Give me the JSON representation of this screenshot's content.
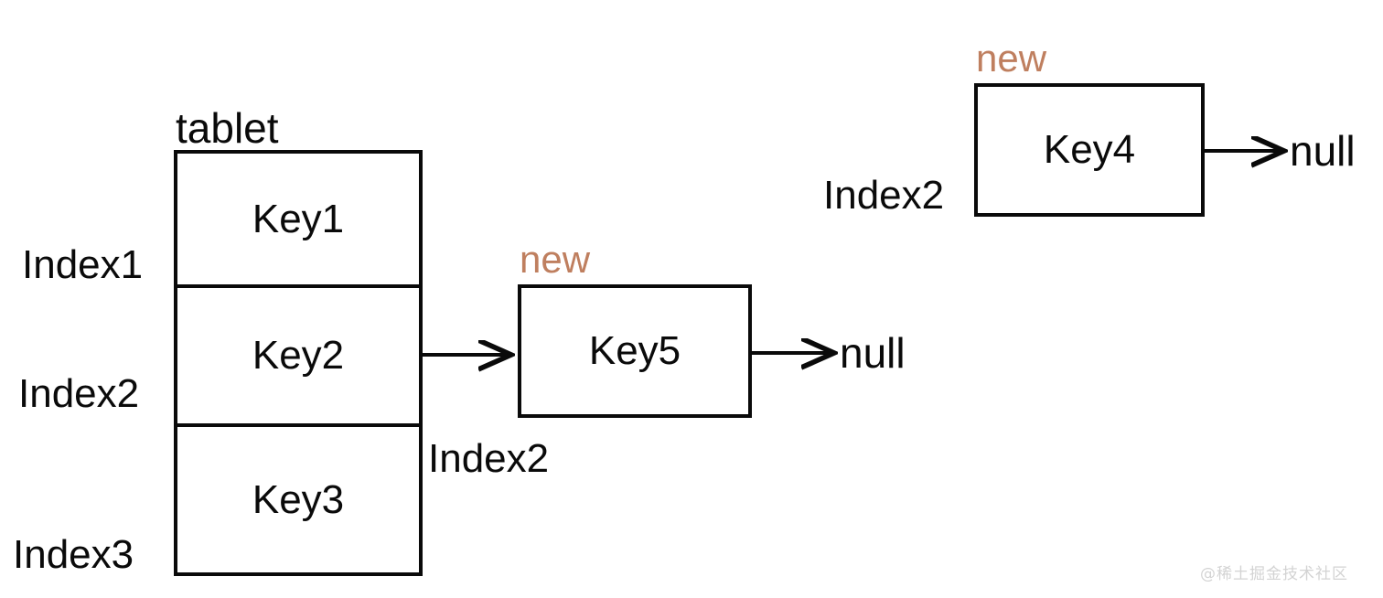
{
  "diagram": {
    "title": "tablet",
    "colors": {
      "stroke": "#0a0a0a",
      "text": "#0a0a0a",
      "new_label": "#bf7f5f",
      "background": "#ffffff",
      "watermark": "#d3d3d3"
    },
    "table": {
      "label": "tablet",
      "rows": [
        {
          "index_label": "Index1",
          "key": "Key1"
        },
        {
          "index_label": "Index2",
          "key": "Key2"
        },
        {
          "index_label": "Index3",
          "key": "Key3"
        }
      ]
    },
    "chain_middle": {
      "new_label": "new",
      "node_key": "Key5",
      "index_label": "Index2",
      "terminator": "null"
    },
    "chain_top": {
      "new_label": "new",
      "node_key": "Key4",
      "index_label": "Index2",
      "terminator": "null"
    },
    "watermark": "@稀土掘金技术社区"
  }
}
